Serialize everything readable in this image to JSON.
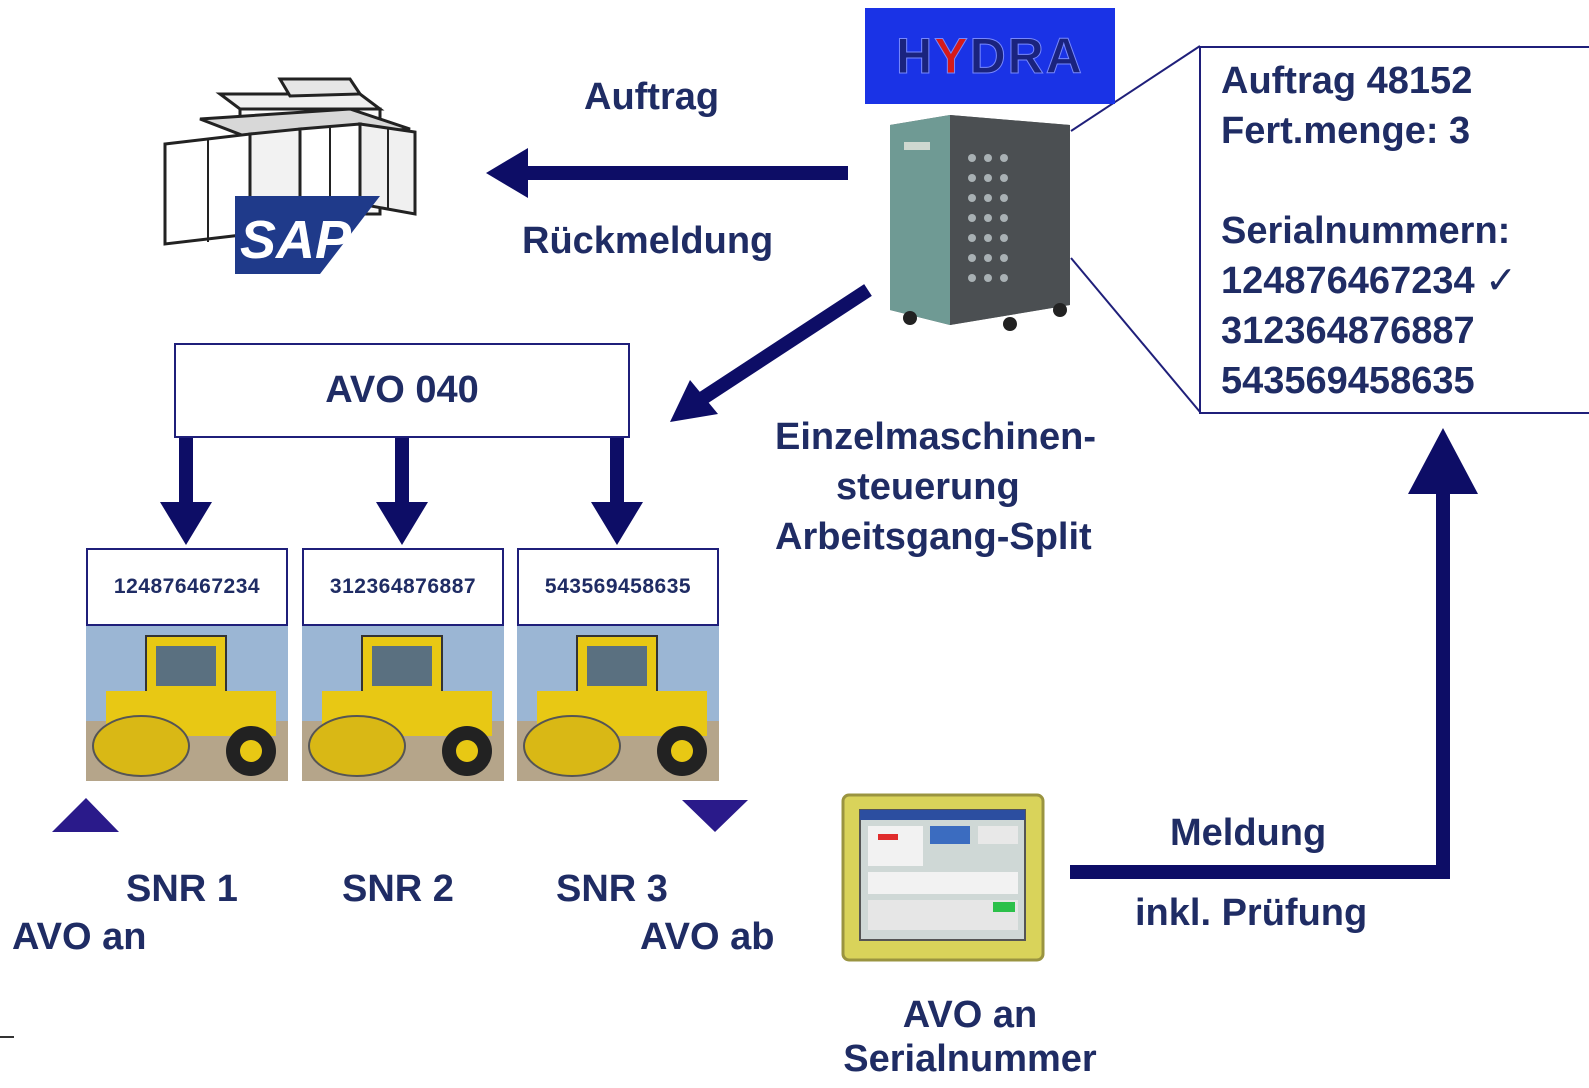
{
  "labels": {
    "auftrag": "Auftrag",
    "rueckmeldung": "Rückmeldung",
    "avo_box": "AVO 040",
    "einzel_1": "Einzelmaschinen-",
    "einzel_2": "steuerung",
    "einzel_3": "Arbeitsgang-Split",
    "meldung": "Meldung",
    "pruefung": "inkl. Prüfung",
    "snr1": "SNR 1",
    "snr2": "SNR 2",
    "snr3": "SNR 3",
    "avo_an": "AVO an",
    "avo_ab": "AVO ab",
    "terminal_1": "AVO an",
    "terminal_2": "Serialnummer"
  },
  "logos": {
    "sap": "SAP",
    "hydra_h": "H",
    "hydra_y": "Y",
    "hydra_rest": "DRA"
  },
  "serials": [
    "124876467234",
    "312364876887",
    "543569458635"
  ],
  "info": {
    "order": "Auftrag 48152",
    "quantity": "Fert.menge: 3",
    "serial_header": "Serialnummern:",
    "serial_1": "124876467234 ✓",
    "serial_2": "312364876887",
    "serial_3": "543569458635"
  },
  "colors": {
    "arrow": "#0d0d66",
    "text": "#1f2c64",
    "hydra_bg": "#1a33e6",
    "machine_yellow": "#e8c814",
    "sap_blue": "#1f3a8a"
  },
  "icons": [
    "sap-system-icon",
    "hydra-server-icon",
    "terminal-icon",
    "road-roller-image"
  ]
}
